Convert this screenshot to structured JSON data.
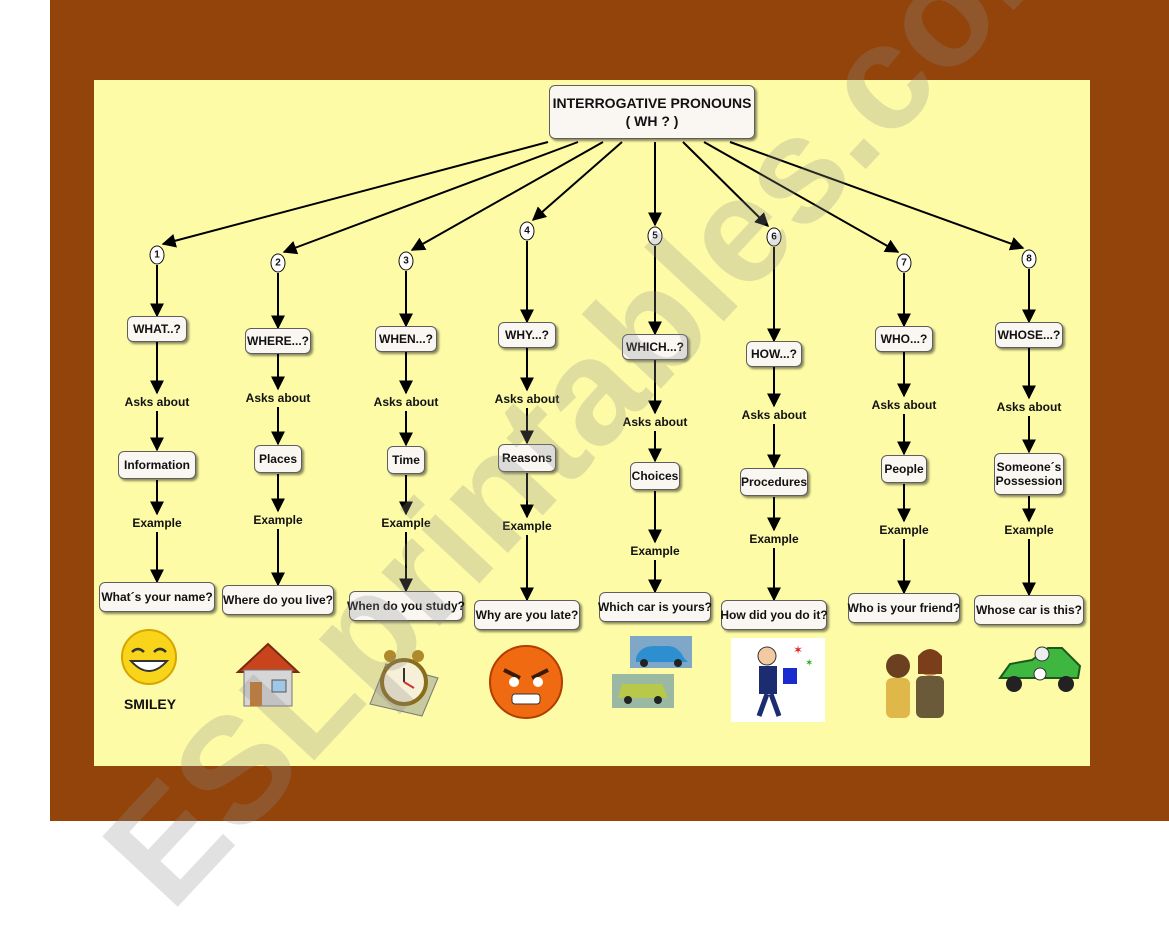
{
  "title": "INTERROGATIVE PRONOUNS\n( WH ? )",
  "columns": [
    {
      "number": "1",
      "word": "WHAT..?",
      "asks": "Asks about",
      "topic": "Information",
      "example": "Example",
      "sentence": "What´s your name?",
      "picture_icon": "smiley-face-icon",
      "picture_caption": "SMILEY"
    },
    {
      "number": "2",
      "word": "WHERE...?",
      "asks": "Asks about",
      "topic": "Places",
      "example": "Example",
      "sentence": "Where do you live?",
      "picture_icon": "house-icon"
    },
    {
      "number": "3",
      "word": "WHEN...?",
      "asks": "Asks about",
      "topic": "Time",
      "example": "Example",
      "sentence": "When do you study?",
      "picture_icon": "alarm-clock-icon"
    },
    {
      "number": "4",
      "word": "WHY...?",
      "asks": "Asks about",
      "topic": "Reasons",
      "example": "Example",
      "sentence": "Why are you late?",
      "picture_icon": "angry-face-icon"
    },
    {
      "number": "5",
      "word": "WHICH...?",
      "asks": "Asks about",
      "topic": "Choices",
      "example": "Example",
      "sentence": "Which car is yours?",
      "picture_icon": "two-cars-icon"
    },
    {
      "number": "6",
      "word": "HOW...?",
      "asks": "Asks about",
      "topic": "Procedures",
      "example": "Example",
      "sentence": "How did you do it?",
      "picture_icon": "magician-icon"
    },
    {
      "number": "7",
      "word": "WHO...?",
      "asks": "Asks about",
      "topic": "People",
      "example": "Example",
      "sentence": "Who is your friend?",
      "picture_icon": "two-people-icon"
    },
    {
      "number": "8",
      "word": "WHOSE...?",
      "asks": "Asks about",
      "topic": "Someone´s\nPossession",
      "example": "Example",
      "sentence": "Whose car is this?",
      "picture_icon": "race-car-icon"
    }
  ],
  "watermark": "ESLprintables.com",
  "colors": {
    "frame": "#92440b",
    "panel": "#fdfba6",
    "box": "#faf7f3"
  }
}
